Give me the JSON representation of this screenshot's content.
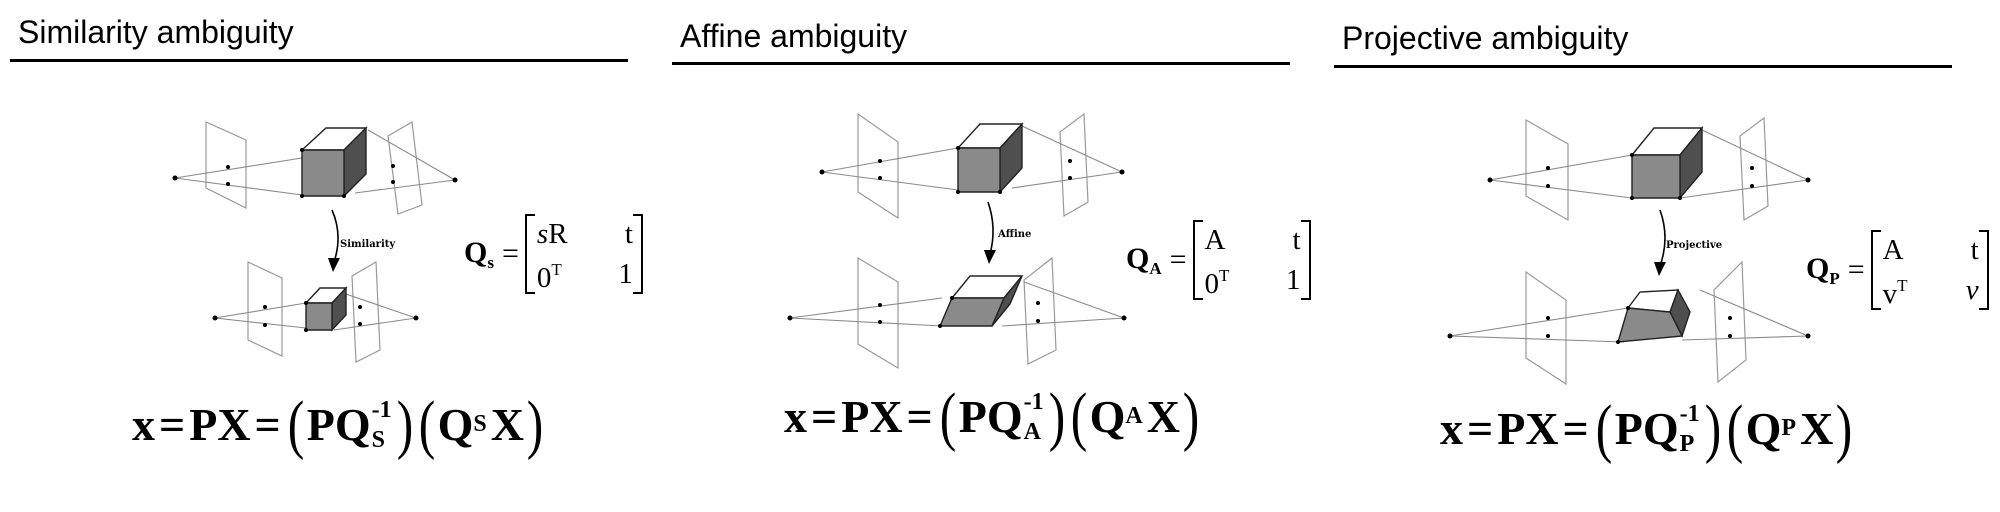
{
  "panels": [
    {
      "title": "Similarity ambiguity",
      "transform_label": "Similarity",
      "matrix": {
        "symbol": "Q",
        "subscript": "s",
        "equals": "=",
        "r1c1_italic": "s",
        "r1c1": "R",
        "r1c2": "t",
        "r2c1": "0",
        "r2c1_sup": "T",
        "r2c2": "1"
      },
      "equation": {
        "lhs": "x",
        "eq1": "=",
        "px": "PX",
        "eq2": "=",
        "p": "PQ",
        "inv": "-1",
        "sub": "S",
        "q": "Q",
        "qsub": "S",
        "x": "X"
      }
    },
    {
      "title": "Affine ambiguity",
      "transform_label": "Affine",
      "matrix": {
        "symbol": "Q",
        "subscript": "A",
        "equals": "=",
        "r1c1_italic": "",
        "r1c1": "A",
        "r1c2": "t",
        "r2c1": "0",
        "r2c1_sup": "T",
        "r2c2": "1"
      },
      "equation": {
        "lhs": "x",
        "eq1": "=",
        "px": "PX",
        "eq2": "=",
        "p": "PQ",
        "inv": "-1",
        "sub": "A",
        "q": "Q",
        "qsub": "A",
        "x": "X"
      }
    },
    {
      "title": "Projective ambiguity",
      "transform_label": "Projective",
      "matrix": {
        "symbol": "Q",
        "subscript": "P",
        "equals": "=",
        "r1c1_italic": "",
        "r1c1": "A",
        "r1c2": "t",
        "r2c1": "v",
        "r2c1_sup": "T",
        "r2c2": "v"
      },
      "equation": {
        "lhs": "x",
        "eq1": "=",
        "px": "PX",
        "eq2": "=",
        "p": "PQ",
        "inv": "-1",
        "sub": "P",
        "q": "Q",
        "qsub": "P",
        "x": "X"
      }
    }
  ],
  "colors": {
    "cube_front": "#8a8a8a",
    "cube_side": "#4f4f4f",
    "cube_top": "#ffffff",
    "rays": "#8a8a8a"
  }
}
